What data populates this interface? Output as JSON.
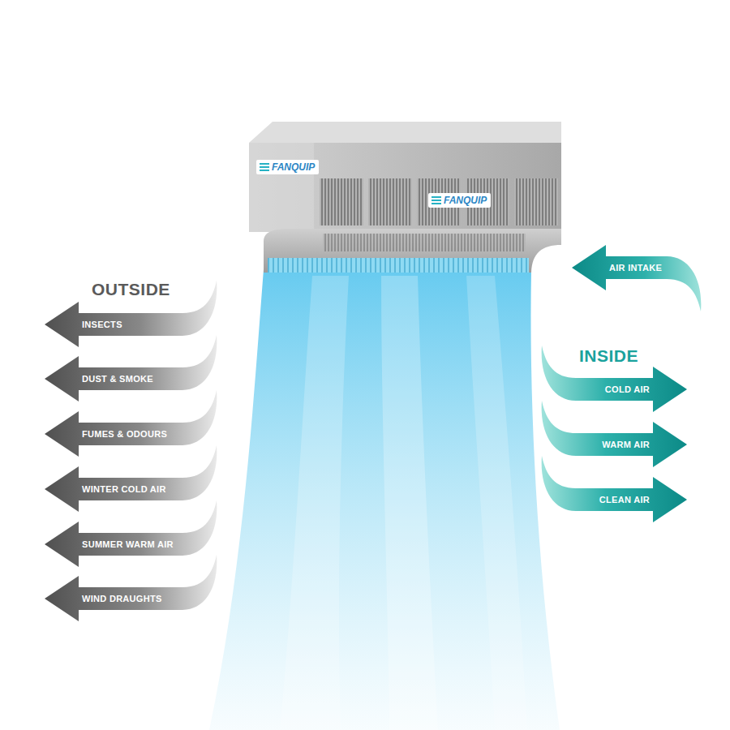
{
  "diagram": {
    "nodes": [
      {
        "text": [
          "INSECTS"
        ]
      },
      {
        "text": [
          "DUST & SMOKE"
        ]
      },
      {
        "text": [
          "FUMES & ODOURS"
        ]
      },
      {
        "text": [
          "WINTER COLD AIR"
        ]
      },
      {
        "text": [
          "SUMMER WARM AIR"
        ]
      },
      {
        "text": [
          "WIND DRAUGHTS"
        ]
      },
      {
        "text": [
          "AIR INTAKE"
        ]
      },
      {
        "text": [
          "COLD AIR"
        ]
      },
      {
        "text": [
          "WARM AIR"
        ]
      },
      {
        "text": [
          "CLEAN AIR"
        ]
      }
    ],
    "labels": [
      "FANQUIP",
      "FANQUIP",
      "OUTSIDE",
      "INSIDE"
    ]
  }
}
